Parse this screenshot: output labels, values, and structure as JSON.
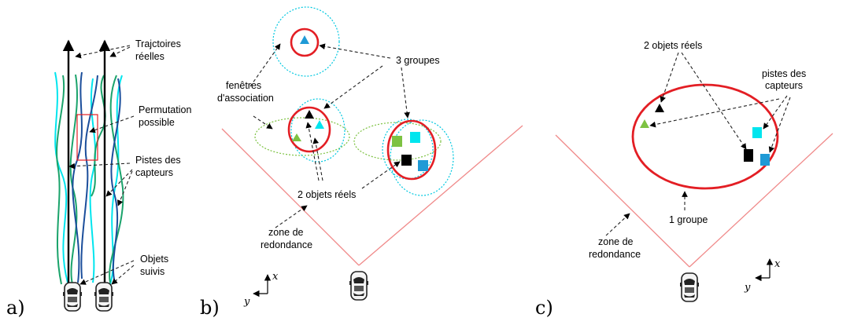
{
  "panels": {
    "a": {
      "label": "a)",
      "labels": {
        "trajectories": [
          "Trajctoires",
          "réelles"
        ],
        "permutation": [
          "Permutation",
          "possible"
        ],
        "tracks": [
          "Pistes des",
          "capteurs"
        ],
        "objects": [
          "Objets",
          "suivis"
        ]
      }
    },
    "b": {
      "label": "b)",
      "labels": {
        "windows": [
          "fenêtres",
          "d'association"
        ],
        "groups": "3 groupes",
        "real_objects": "2 objets réels",
        "redundancy": [
          "zone de",
          "redondance"
        ]
      },
      "axes": {
        "x": "x",
        "y": "y"
      }
    },
    "c": {
      "label": "c)",
      "labels": {
        "real_objects": "2 objets réels",
        "tracks": [
          "pistes des",
          "capteurs"
        ],
        "group": "1 groupe",
        "redundancy": [
          "zone de",
          "redondance"
        ]
      },
      "axes": {
        "x": "x",
        "y": "y"
      }
    }
  },
  "colors": {
    "red": "#e31e24",
    "cyan": "#00e5ee",
    "blue": "#1f9ad6",
    "green": "#7dc242",
    "dark_green": "#1aa36b",
    "navy": "#1b4e9b",
    "black": "#000000",
    "zone_line": "#f08a8a"
  }
}
